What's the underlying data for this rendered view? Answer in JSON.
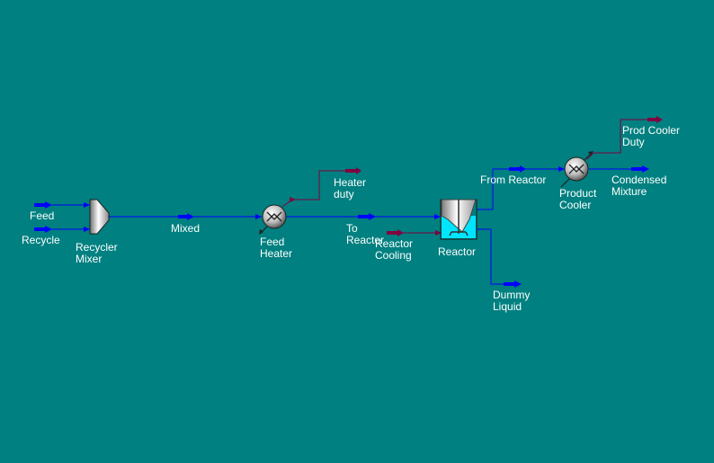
{
  "colors": {
    "background": "#008080",
    "material_stream": "#0000ff",
    "energy_stream": "#800040",
    "label_text": "#ffffff",
    "reactor_liquid": "#00e5ff"
  },
  "streams": {
    "feed": "Feed",
    "recycle": "Recycle",
    "mixed": "Mixed",
    "heater_duty": "Heater\nduty",
    "to_reactor": "To\nReactor",
    "reactor_cooling": "Reactor\nCooling",
    "from_reactor": "From Reactor",
    "dummy_liquid": "Dummy\nLiquid",
    "prod_cooler_duty": "Prod Cooler\nDuty",
    "condensed_mixture": "Condensed\nMixture"
  },
  "units": {
    "recycler_mixer": "Recycler\nMixer",
    "feed_heater": "Feed\nHeater",
    "reactor": "Reactor",
    "product_cooler": "Product\nCooler"
  },
  "icons": {
    "mixer": "mixer-icon",
    "heater": "heat-exchanger-icon",
    "reactor": "reactor-vessel-icon",
    "cooler": "heat-exchanger-icon",
    "stream_arrow": "arrow-right-icon"
  }
}
